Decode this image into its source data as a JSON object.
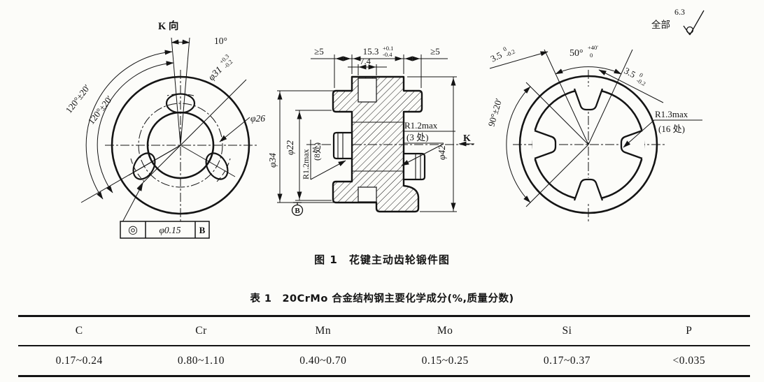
{
  "figure": {
    "caption": "图 1　花键主动齿轮锻件图",
    "surface_finish": {
      "prefix": "全部",
      "value": "6.3"
    },
    "view_left": {
      "view_label": "K 向",
      "angle_10": "10°",
      "angle_120_outer": "120°±20′",
      "angle_120_inner": "120°±20′",
      "dia_31": {
        "base": "φ31",
        "tol_up": "+0.3",
        "tol_dn": "-0.2"
      },
      "dia_26": "φ26",
      "tol_frame": {
        "symbol": "◎",
        "tolerance": "φ0.15",
        "datum": "B"
      }
    },
    "view_section": {
      "min5_left": "≥5",
      "width_15_3": {
        "base": "15.3",
        "tol_up": "+0.1",
        "tol_dn": "-0.4"
      },
      "min5_right": "≥5",
      "width_7_4": "7.4",
      "dia_34": "φ34",
      "dia_22": "φ22",
      "radius_note_8": {
        "line1": "R1.2max",
        "line2": "(8处)"
      },
      "radius_note_3": {
        "line1": "R1.2max",
        "line2": "(3 处)"
      },
      "dia_42": "φ42",
      "arrow_k": "K",
      "datum_b": "B"
    },
    "view_right": {
      "width_35_left": {
        "base": "3.5",
        "tol_up": "0",
        "tol_dn": "-0.2"
      },
      "angle_50": {
        "base": "50°",
        "tol_up": "+40′",
        "tol_dn": "0"
      },
      "width_35_right": {
        "base": "3.5",
        "tol_up": "0",
        "tol_dn": "-0.2"
      },
      "angle_90": "90°±20′",
      "radius_note_16": {
        "line1": "R1.3max",
        "line2": "(16 处)"
      }
    }
  },
  "table": {
    "caption": "表 1　20CrMo 合金结构钢主要化学成分(%,质量分数)",
    "columns": [
      "C",
      "Cr",
      "Mn",
      "Mo",
      "Si",
      "P"
    ],
    "values": [
      "0.17~0.24",
      "0.80~1.10",
      "0.40~0.70",
      "0.15~0.25",
      "0.17~0.37",
      "<0.035"
    ]
  }
}
